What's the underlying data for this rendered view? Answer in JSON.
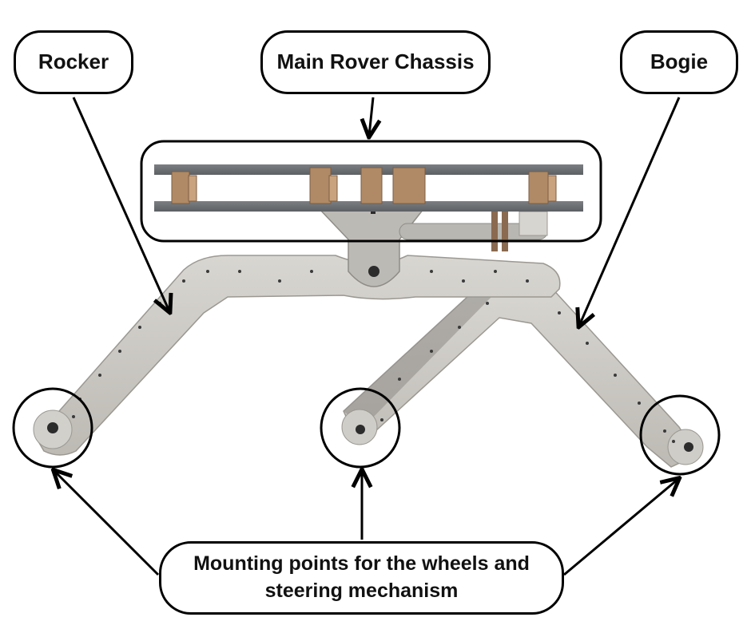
{
  "labels": {
    "rocker": "Rocker",
    "main_chassis": "Main Rover Chassis",
    "bogie": "Bogie",
    "mounting_points": "Mounting points for the wheels and steering mechanism"
  },
  "colors": {
    "outline": "#000000",
    "frame_grey": "#c9c7c2",
    "plate_grey": "#6f7275",
    "spacer_brown": "#b08a66"
  }
}
